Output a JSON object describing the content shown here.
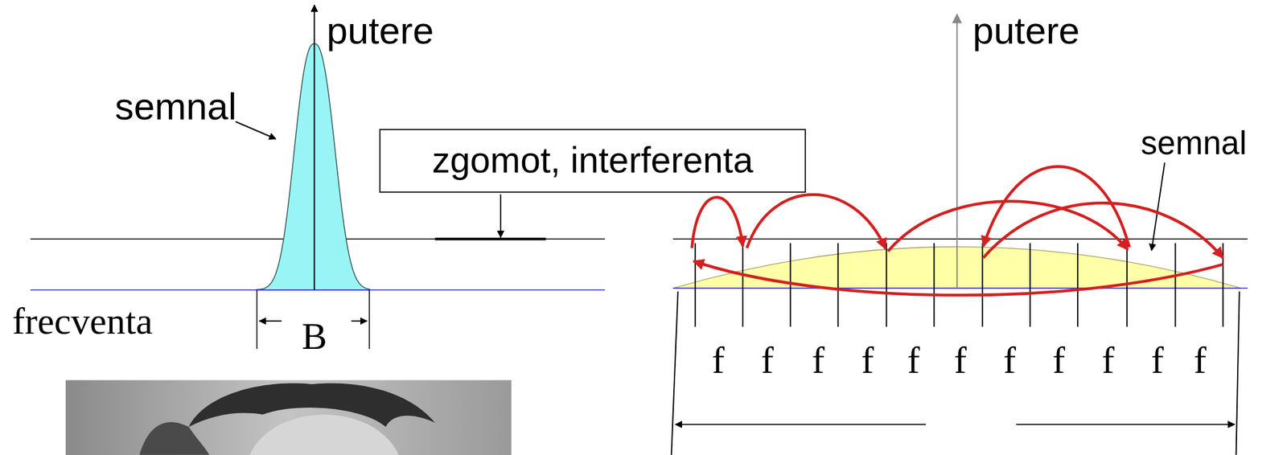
{
  "diagram": {
    "nodes": [
      {
        "text": [
          "zgomot, interferenta"
        ]
      }
    ],
    "labels": [
      "putere",
      "semnal",
      "frecventa",
      "B",
      "putere",
      "semnal",
      "f",
      "f",
      "f",
      "f",
      "f",
      "f",
      "f",
      "f",
      "f",
      "f",
      "f"
    ]
  }
}
